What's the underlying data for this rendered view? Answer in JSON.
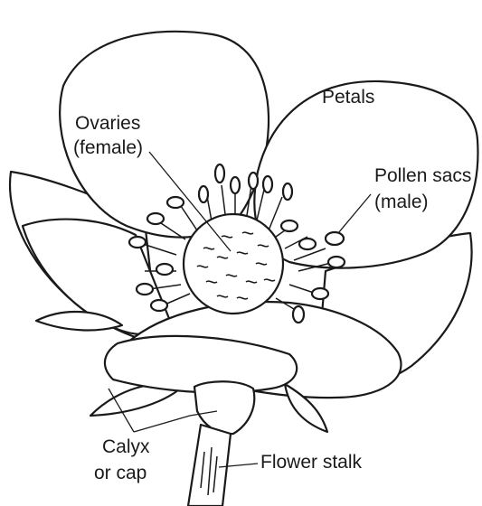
{
  "labels": {
    "petals": "Petals",
    "ovaries_line1": "Ovaries",
    "ovaries_line2": "(female)",
    "pollen_line1": "Pollen sacs",
    "pollen_line2": "(male)",
    "calyx_line1": "Calyx",
    "calyx_line2": "or cap",
    "stalk": "Flower stalk"
  },
  "colors": {
    "ink": "#1a1a1a",
    "background": "#ffffff"
  }
}
